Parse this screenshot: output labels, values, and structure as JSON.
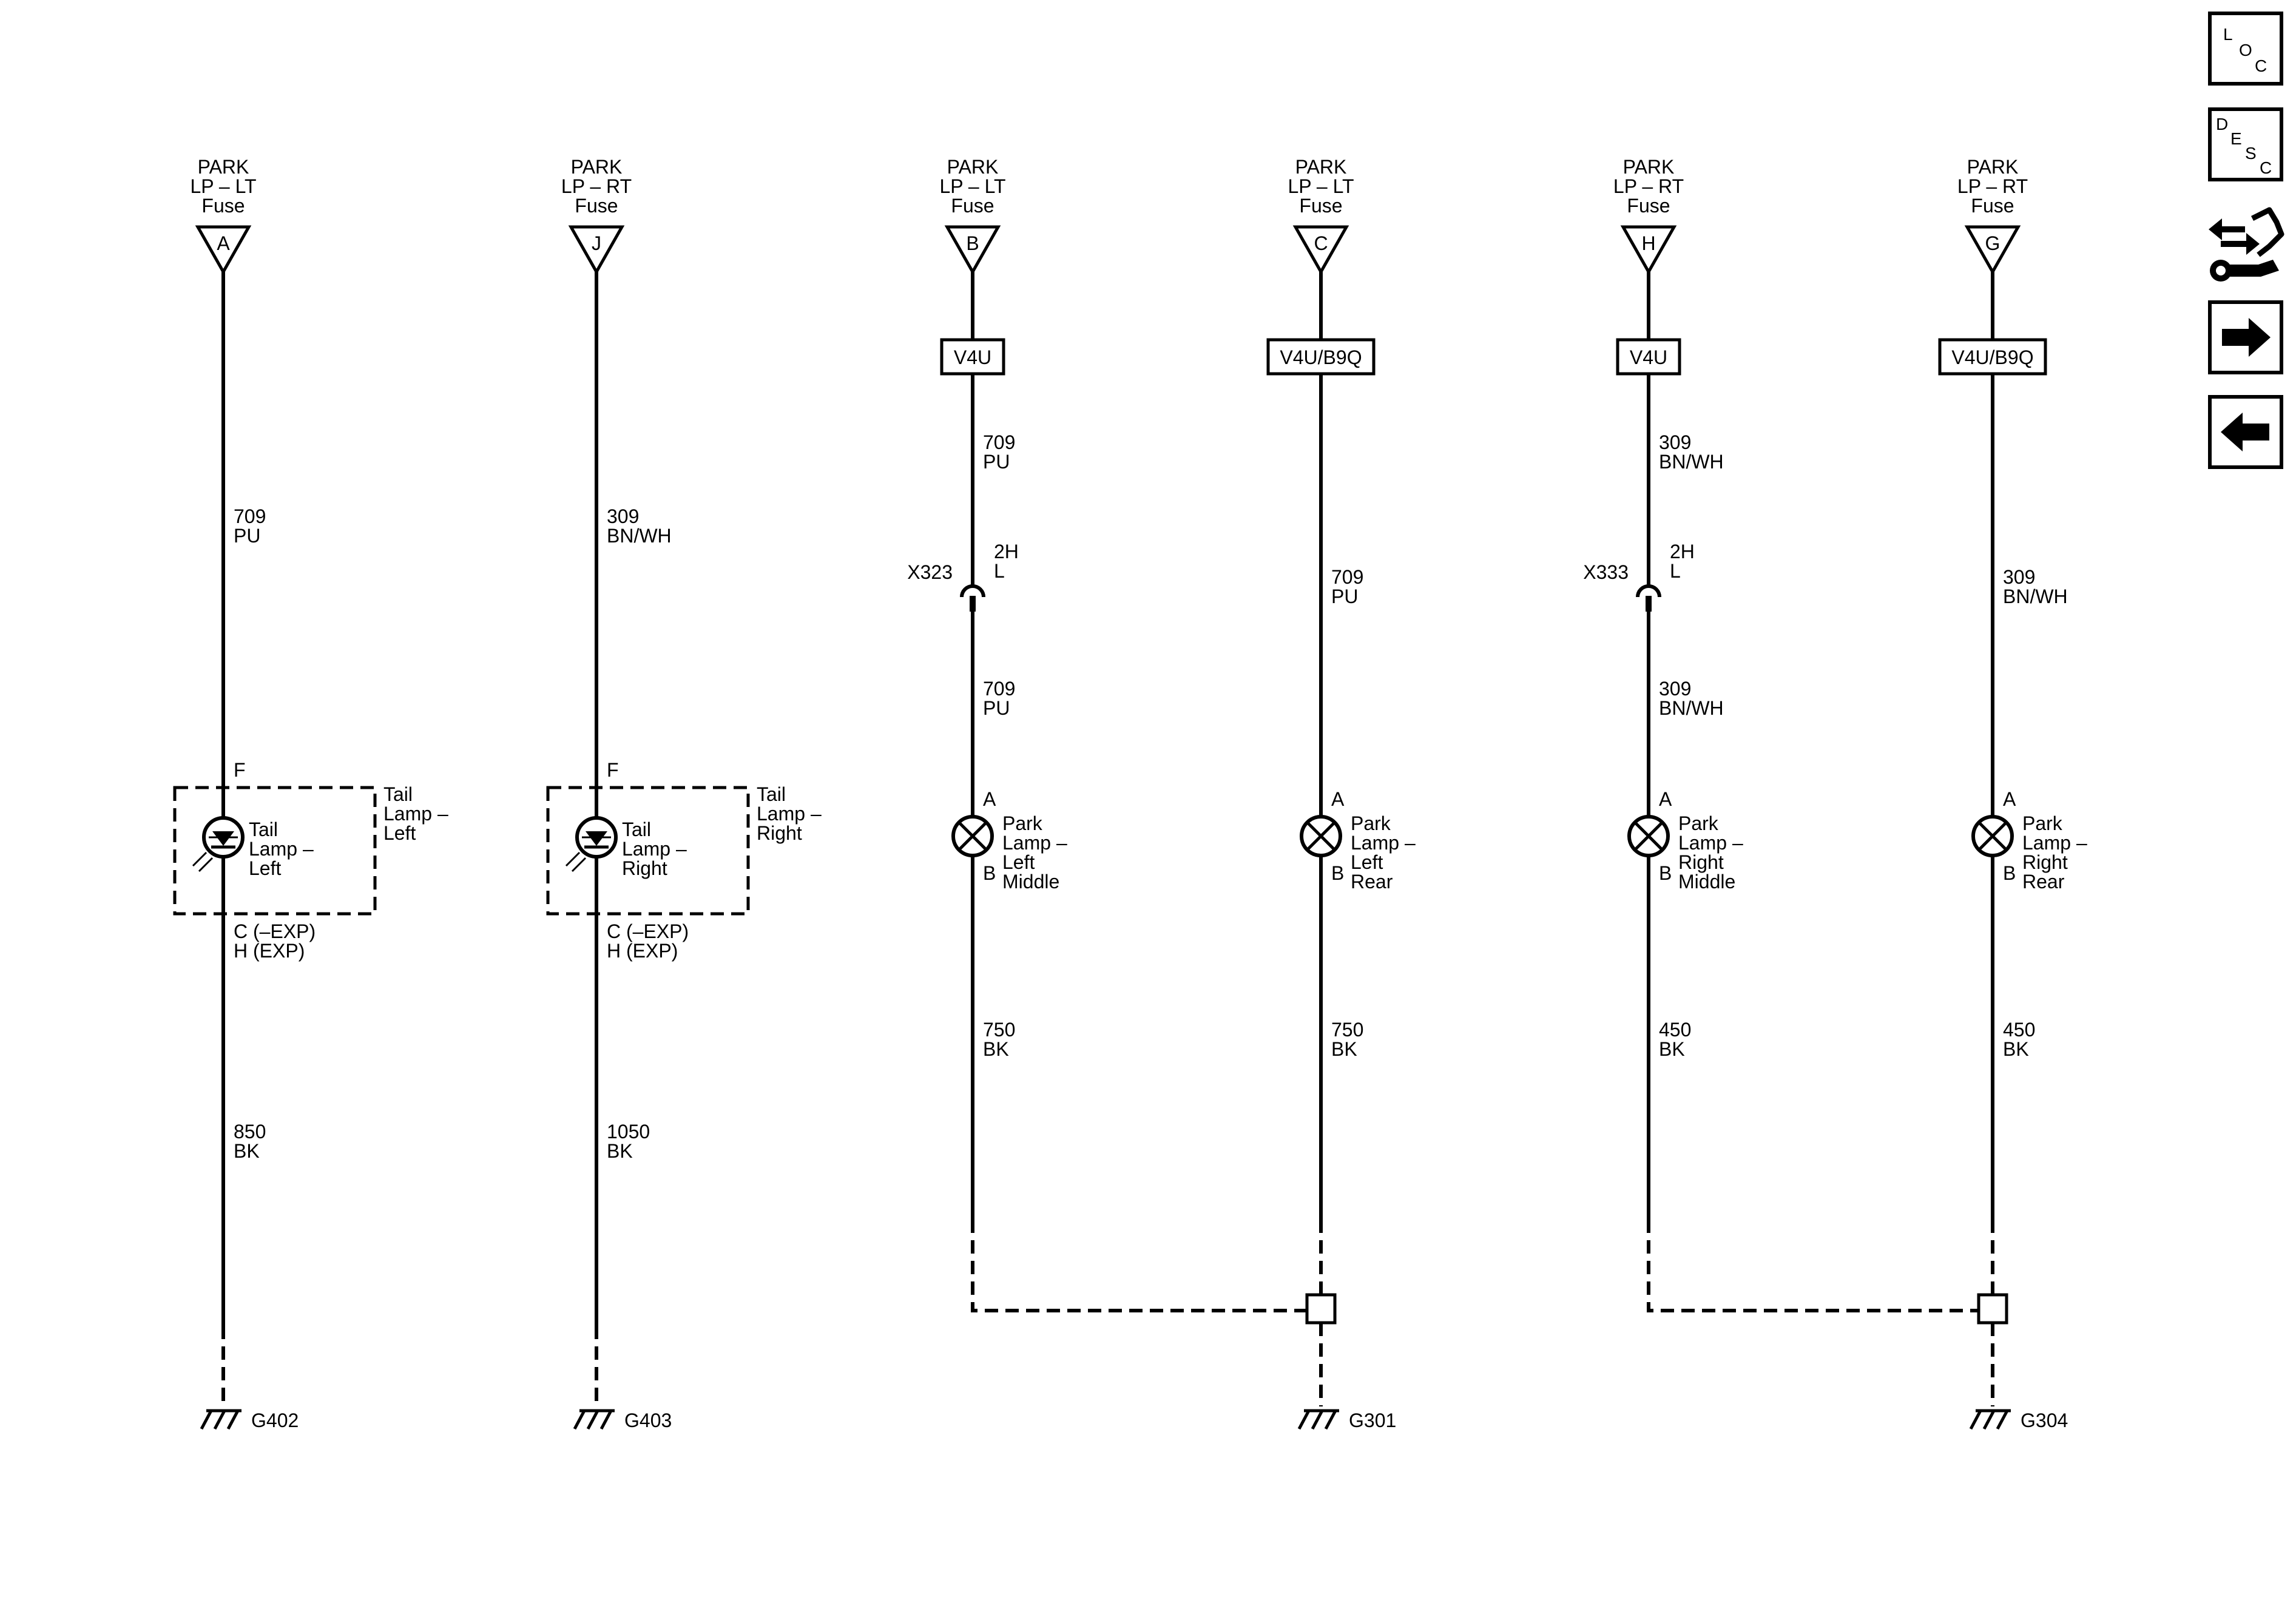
{
  "circuits": [
    {
      "fuse": [
        "PARK",
        "LP – LT",
        "Fuse"
      ],
      "pin": "A",
      "wire1": [
        "709",
        "PU"
      ],
      "device": "tail",
      "top_pin": "F",
      "bottom_pins": [
        "C (–EXP)",
        "H (EXP)"
      ],
      "name_inside": [
        "Tail",
        "Lamp –",
        "Left"
      ],
      "name_outside": [
        "Tail",
        "Lamp –",
        "Left"
      ],
      "wire2": [
        "850",
        "BK"
      ],
      "ground": "G402"
    },
    {
      "fuse": [
        "PARK",
        "LP – RT",
        "Fuse"
      ],
      "pin": "J",
      "wire1": [
        "309",
        "BN/WH"
      ],
      "device": "tail",
      "top_pin": "F",
      "bottom_pins": [
        "C (–EXP)",
        "H (EXP)"
      ],
      "name_inside": [
        "Tail",
        "Lamp –",
        "Right"
      ],
      "name_outside": [
        "Tail",
        "Lamp –",
        "Right"
      ],
      "wire2": [
        "1050",
        "BK"
      ],
      "ground": "G403"
    },
    {
      "fuse": [
        "PARK",
        "LP – LT",
        "Fuse"
      ],
      "pin": "B",
      "option": "V4U",
      "wire1": [
        "709",
        "PU"
      ],
      "connector": {
        "name": "X323",
        "pin": [
          "2H",
          "L"
        ]
      },
      "wire_mid": [
        "709",
        "PU"
      ],
      "device": "park",
      "top_pin": "A",
      "bottom_pin": "B",
      "name": [
        "Park",
        "Lamp –",
        "Left",
        "Middle"
      ],
      "wire2": [
        "750",
        "BK"
      ]
    },
    {
      "fuse": [
        "PARK",
        "LP – LT",
        "Fuse"
      ],
      "pin": "C",
      "option": "V4U/B9Q",
      "wire1": [
        "709",
        "PU"
      ],
      "device": "park",
      "top_pin": "A",
      "bottom_pin": "B",
      "name": [
        "Park",
        "Lamp –",
        "Left",
        "Rear"
      ],
      "wire2": [
        "750",
        "BK"
      ],
      "ground": "G301"
    },
    {
      "fuse": [
        "PARK",
        "LP – RT",
        "Fuse"
      ],
      "pin": "H",
      "option": "V4U",
      "wire1": [
        "309",
        "BN/WH"
      ],
      "connector": {
        "name": "X333",
        "pin": [
          "2H",
          "L"
        ]
      },
      "wire_mid": [
        "309",
        "BN/WH"
      ],
      "device": "park",
      "top_pin": "A",
      "bottom_pin": "B",
      "name": [
        "Park",
        "Lamp –",
        "Right",
        "Middle"
      ],
      "wire2": [
        "450",
        "BK"
      ]
    },
    {
      "fuse": [
        "PARK",
        "LP – RT",
        "Fuse"
      ],
      "pin": "G",
      "option": "V4U/B9Q",
      "wire1": [
        "309",
        "BN/WH"
      ],
      "device": "park",
      "top_pin": "A",
      "bottom_pin": "B",
      "name": [
        "Park",
        "Lamp –",
        "Right",
        "Rear"
      ],
      "wire2": [
        "450",
        "BK"
      ],
      "ground": "G304"
    }
  ],
  "nav": {
    "loc": [
      "L",
      "O",
      "C"
    ],
    "desc": [
      "D",
      "E",
      "S",
      "C"
    ],
    "icons": [
      "connector-wrench-icon",
      "arrow-right-icon",
      "arrow-left-icon"
    ]
  }
}
